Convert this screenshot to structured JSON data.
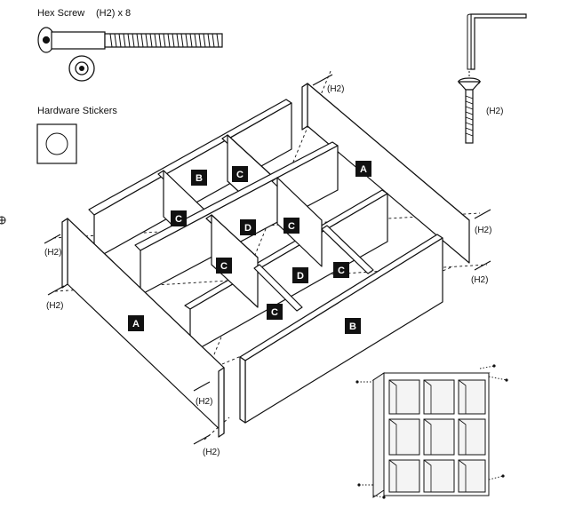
{
  "hardware": {
    "screw_name": "Hex Screw",
    "screw_qty": "(H2) x 8",
    "stickers_title": "Hardware Stickers"
  },
  "callouts": {
    "h2": "(H2)"
  },
  "panel_labels": {
    "a": "A",
    "b": "B",
    "c": "C",
    "d": "D"
  }
}
